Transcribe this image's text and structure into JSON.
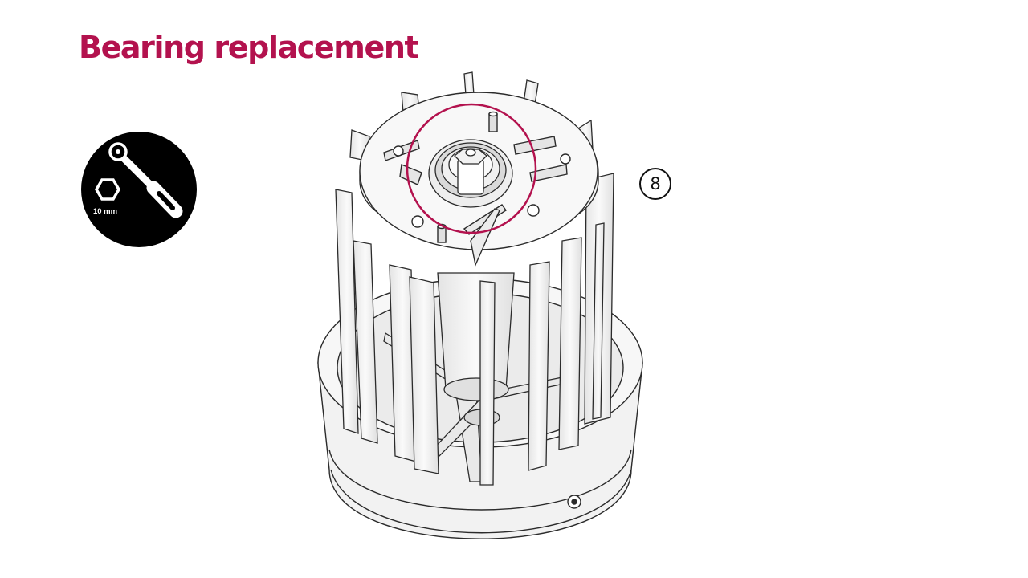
{
  "header": {
    "title": "Bearing replacement"
  },
  "tool": {
    "size_label": "10 mm",
    "icon": "ratchet-wrench-icon"
  },
  "step": {
    "number": "8"
  },
  "colors": {
    "accent": "#b3124e",
    "badge": "#000000",
    "line": "#2b2b2b"
  }
}
